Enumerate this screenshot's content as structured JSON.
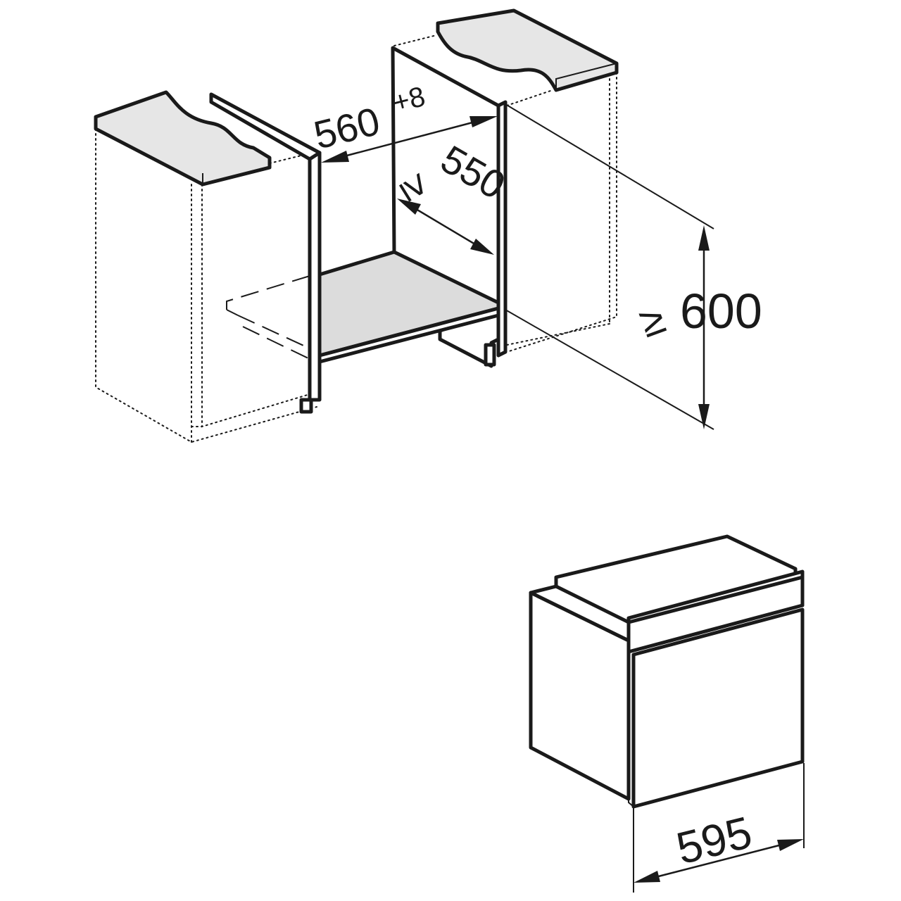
{
  "dimensions": {
    "niche_width": "560",
    "niche_width_tolerance": "+8",
    "niche_depth_symbol": "≥",
    "niche_depth": "550",
    "niche_height_symbol": "≥",
    "niche_height": "600",
    "appliance_width": "595"
  }
}
